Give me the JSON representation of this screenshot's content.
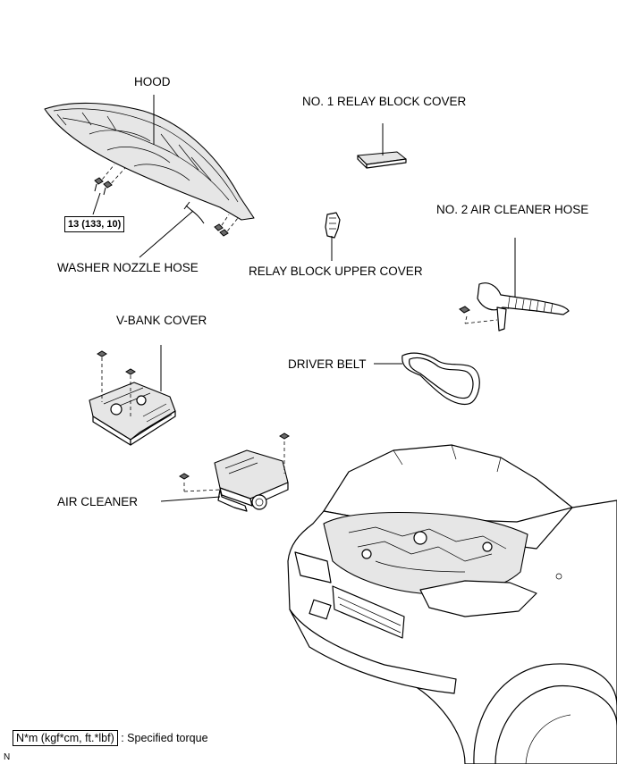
{
  "labels": {
    "hood": "HOOD",
    "relay_block_cover_1": "NO. 1 RELAY BLOCK COVER",
    "air_cleaner_hose_2": "NO. 2 AIR CLEANER HOSE",
    "washer_nozzle_hose": "WASHER NOZZLE HOSE",
    "relay_block_upper_cover": "RELAY BLOCK UPPER COVER",
    "v_bank_cover": "V-BANK COVER",
    "driver_belt": "DRIVER BELT",
    "air_cleaner": "AIR CLEANER"
  },
  "torque_spec": "13 (133, 10)",
  "legend": {
    "unit_box": "N*m (kgf*cm, ft.*lbf)",
    "description": ": Specified torque"
  },
  "corner_mark": "N"
}
